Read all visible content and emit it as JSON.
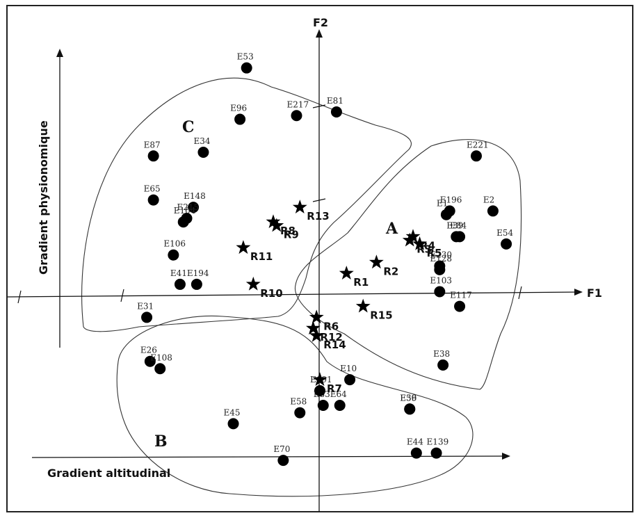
{
  "chart_data": {
    "type": "scatter",
    "title": "",
    "xlabel": "F1",
    "ylabel": "F2",
    "xlim": [
      -10,
      8.8
    ],
    "ylim": [
      -6.4,
      7.4
    ],
    "grid": false,
    "gradients": {
      "x_label": "Gradient altitudinal",
      "y_label": "Gradient physionomique"
    },
    "groups": [
      {
        "name": "A"
      },
      {
        "name": "B"
      },
      {
        "name": "C"
      }
    ],
    "species_points": [
      {
        "label": "E53",
        "x": -2.8,
        "y": 5.7
      },
      {
        "label": "E217",
        "x": -1.3,
        "y": 4.4
      },
      {
        "label": "E81",
        "x": -0.1,
        "y": 4.5
      },
      {
        "label": "E96",
        "x": -3.0,
        "y": 4.3
      },
      {
        "label": "E87",
        "x": -5.6,
        "y": 3.3
      },
      {
        "label": "E34",
        "x": -4.1,
        "y": 3.4
      },
      {
        "label": "E148",
        "x": -4.4,
        "y": 1.9
      },
      {
        "label": "E65",
        "x": -5.6,
        "y": 2.1
      },
      {
        "label": "E215",
        "x": -4.6,
        "y": 1.6
      },
      {
        "label": "E104",
        "x": -4.7,
        "y": 1.5
      },
      {
        "label": "E106",
        "x": -5.0,
        "y": 0.6
      },
      {
        "label": "E41",
        "x": -4.8,
        "y": -0.2
      },
      {
        "label": "E194",
        "x": -4.3,
        "y": -0.2
      },
      {
        "label": "E31",
        "x": -5.8,
        "y": -1.1
      },
      {
        "label": "E26",
        "x": -5.7,
        "y": -2.3
      },
      {
        "label": "E108",
        "x": -5.4,
        "y": -2.5
      },
      {
        "label": "E45",
        "x": -3.2,
        "y": -4.0
      },
      {
        "label": "E70",
        "x": -1.7,
        "y": -5.0
      },
      {
        "label": "E58",
        "x": -1.2,
        "y": -3.7
      },
      {
        "label": "E83",
        "x": -0.5,
        "y": -3.5
      },
      {
        "label": "E191",
        "x": -0.6,
        "y": -3.1
      },
      {
        "label": "E10",
        "x": 0.3,
        "y": -2.8
      },
      {
        "label": "E64",
        "x": 0.0,
        "y": -3.5
      },
      {
        "label": "E36",
        "x": 2.1,
        "y": -3.6
      },
      {
        "label": "E59",
        "x": 2.1,
        "y": -3.6
      },
      {
        "label": "E44",
        "x": 2.3,
        "y": -4.8
      },
      {
        "label": "E139",
        "x": 2.9,
        "y": -4.8
      },
      {
        "label": "E38",
        "x": 3.1,
        "y": -2.4
      },
      {
        "label": "E117",
        "x": 3.6,
        "y": -0.8
      },
      {
        "label": "E103",
        "x": 3.0,
        "y": -0.4
      },
      {
        "label": "E221",
        "x": 4.1,
        "y": 3.3
      },
      {
        "label": "E196",
        "x": 3.3,
        "y": 1.8
      },
      {
        "label": "E1",
        "x": 3.2,
        "y": 1.7
      },
      {
        "label": "E2",
        "x": 4.6,
        "y": 1.8
      },
      {
        "label": "E39",
        "x": 3.5,
        "y": 1.1
      },
      {
        "label": "E84",
        "x": 3.6,
        "y": 1.1
      },
      {
        "label": "E54",
        "x": 5.0,
        "y": 0.9
      },
      {
        "label": "E230",
        "x": 3.0,
        "y": 0.3
      },
      {
        "label": "E128",
        "x": 3.0,
        "y": 0.2
      }
    ],
    "releve_points": [
      {
        "label": "R1",
        "x": 0.2,
        "y": 0.1
      },
      {
        "label": "R2",
        "x": 1.1,
        "y": 0.4
      },
      {
        "label": "R3",
        "x": 2.1,
        "y": 1.0
      },
      {
        "label": "R4",
        "x": 2.2,
        "y": 1.1
      },
      {
        "label": "R5",
        "x": 2.4,
        "y": 0.9
      },
      {
        "label": "R6",
        "x": -0.7,
        "y": -1.1
      },
      {
        "label": "R7",
        "x": -0.6,
        "y": -2.8
      },
      {
        "label": "R8",
        "x": -2.0,
        "y": 1.5
      },
      {
        "label": "R9",
        "x": -1.9,
        "y": 1.4
      },
      {
        "label": "R10",
        "x": -2.6,
        "y": -0.2
      },
      {
        "label": "R11",
        "x": -2.9,
        "y": 0.8
      },
      {
        "label": "R12",
        "x": -0.8,
        "y": -1.4
      },
      {
        "label": "R13",
        "x": -1.2,
        "y": 1.9
      },
      {
        "label": "R14",
        "x": -0.7,
        "y": -1.6
      },
      {
        "label": "R15",
        "x": 0.7,
        "y": -0.8
      }
    ]
  }
}
